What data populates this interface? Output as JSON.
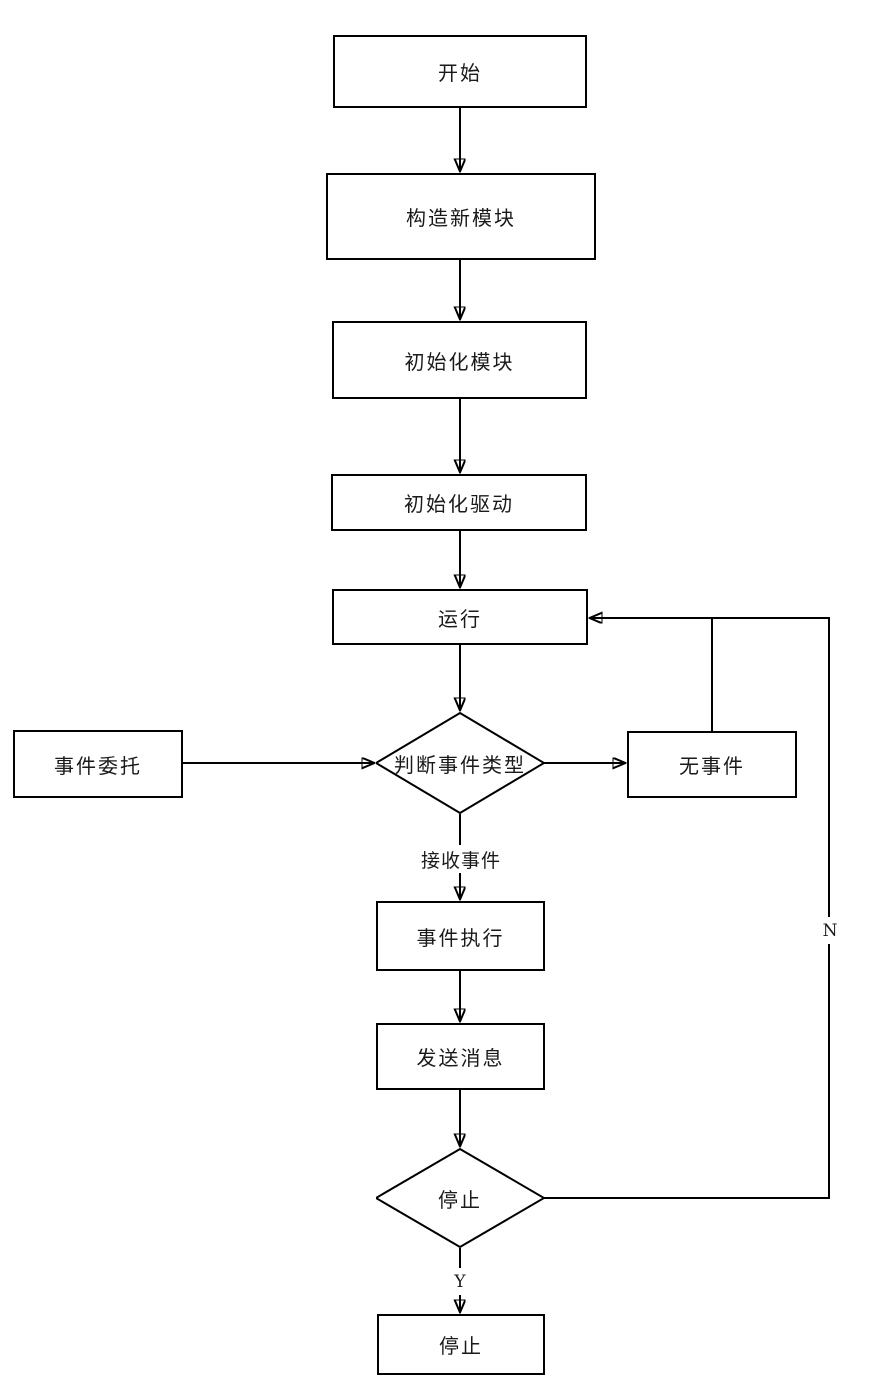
{
  "diagram": {
    "type": "flowchart",
    "language": "zh-CN",
    "colors": {
      "background": "#ffffff",
      "line": "#000000",
      "node_fill": "#ffffff",
      "text": "#1a1a1a"
    },
    "nodes": {
      "start": {
        "label": "开始",
        "shape": "process"
      },
      "build_module": {
        "label": "构造新模块",
        "shape": "process"
      },
      "init_module": {
        "label": "初始化模块",
        "shape": "process"
      },
      "init_driver": {
        "label": "初始化驱动",
        "shape": "process"
      },
      "run": {
        "label": "运行",
        "shape": "process"
      },
      "judge_event_type": {
        "label": "判断事件类型",
        "shape": "decision"
      },
      "event_delegate": {
        "label": "事件委托",
        "shape": "process"
      },
      "no_event": {
        "label": "无事件",
        "shape": "process"
      },
      "event_execute": {
        "label": "事件执行",
        "shape": "process"
      },
      "send_message": {
        "label": "发送消息",
        "shape": "process"
      },
      "stop_decision": {
        "label": "停止",
        "shape": "decision"
      },
      "stop": {
        "label": "停止",
        "shape": "process"
      }
    },
    "edge_labels": {
      "receive_event": "接收事件",
      "no_branch": "N",
      "yes_branch": "Y"
    },
    "edges": [
      {
        "from": "start",
        "to": "build_module"
      },
      {
        "from": "build_module",
        "to": "init_module"
      },
      {
        "from": "init_module",
        "to": "init_driver"
      },
      {
        "from": "init_driver",
        "to": "run"
      },
      {
        "from": "run",
        "to": "judge_event_type"
      },
      {
        "from": "event_delegate",
        "to": "judge_event_type"
      },
      {
        "from": "judge_event_type",
        "to": "no_event"
      },
      {
        "from": "judge_event_type",
        "to": "event_execute",
        "label": "接收事件"
      },
      {
        "from": "event_execute",
        "to": "send_message"
      },
      {
        "from": "send_message",
        "to": "stop_decision"
      },
      {
        "from": "stop_decision",
        "to": "stop",
        "label": "Y"
      },
      {
        "from": "no_event",
        "to": "run"
      },
      {
        "from": "stop_decision",
        "to": "run",
        "label": "N"
      }
    ]
  }
}
